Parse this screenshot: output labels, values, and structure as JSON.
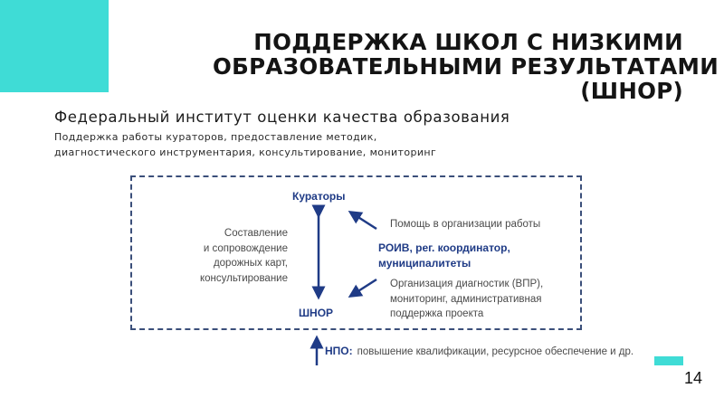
{
  "header": {
    "title_lines": [
      "ПОДДЕРЖКА ШКОЛ С НИЗКИМИ",
      "ОБРАЗОВАТЕЛЬНЫМИ РЕЗУЛЬТАТАМИ",
      "(ШНОР)"
    ]
  },
  "organization": {
    "name": "Федеральный институт оценки качества образования",
    "description_lines": [
      "Поддержка работы кураторов, предоставление  методик,",
      "диагностического инструментария,  консультирование, мониторинг"
    ]
  },
  "diagram": {
    "nodes": {
      "curators": "Кураторы",
      "shnor": "ШНОР",
      "roiv_lines": [
        "РОИВ, рег. координатор,",
        "муниципалитеты"
      ]
    },
    "labels": {
      "left_lines": [
        "Составление",
        "и сопровождение",
        "дорожных  карт,",
        "консультирование"
      ],
      "help": "Помощь в организации работы",
      "org_lines": [
        "Организация диагностик (ВПР),",
        "мониторинг, административная",
        "поддержка проекта"
      ]
    },
    "arrow_color": "#1f3b86",
    "border_color": "#3b4f7a"
  },
  "footer_note": {
    "label": "НПО:",
    "text": "повышение квалификации, ресурсное обеспечение и др."
  },
  "page": {
    "number": "14",
    "accent_color": "#3fdcd6"
  }
}
